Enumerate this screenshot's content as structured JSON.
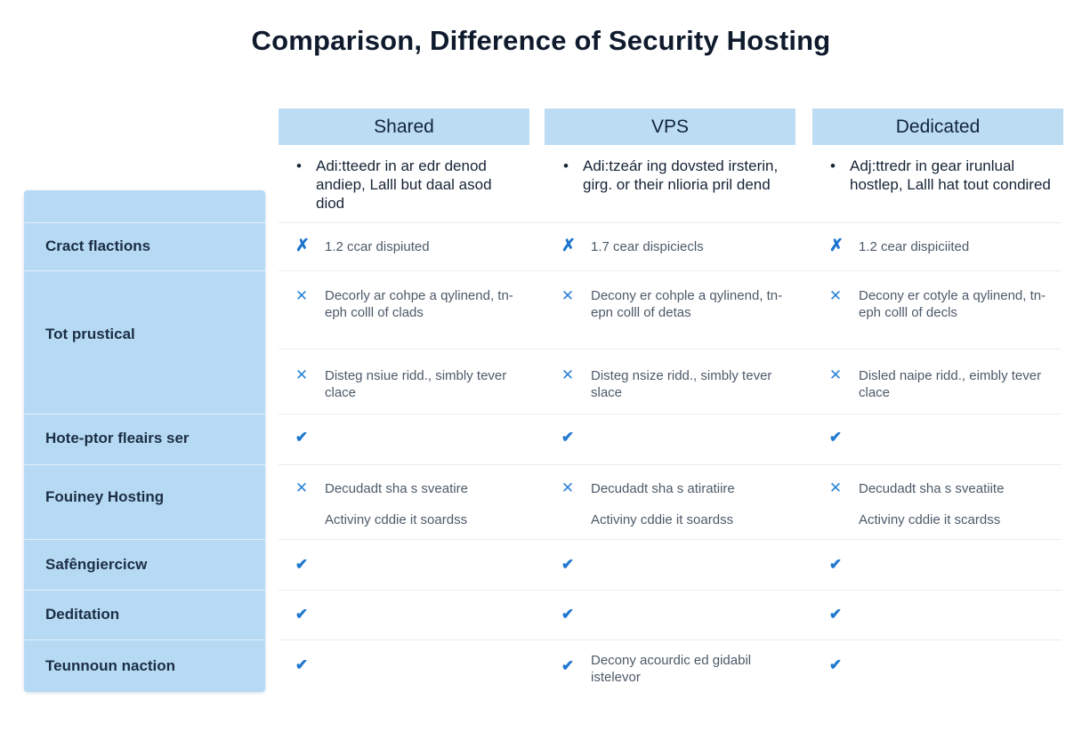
{
  "title": "Comparison, Difference of Security Hosting",
  "columns": [
    "Shared",
    "VPS",
    "Dedicated"
  ],
  "bullet_row": [
    "Adi:tteedr in ar edr denod andiep, Lalll but daal asod diod",
    "Adi:tzeár ing dovsted irsterin, girg. or their nlioria pril dend",
    "Adj:ttredr in gear irunlual hostlep, Lalll hat tout condired"
  ],
  "rows": [
    {
      "label": "Cract flactions",
      "cells": [
        {
          "icon": "cross-icon",
          "text": "1.2 ccar dispiuted"
        },
        {
          "icon": "cross-icon",
          "text": "1.7 cear dispiciecls"
        },
        {
          "icon": "cross-icon",
          "text": "1.2 cear dispiciited"
        }
      ]
    },
    {
      "label": "Tot prustical",
      "cells": [
        {
          "icon": "x-icon",
          "text": "Decorly ar cohpe a qylinend, tn-eph colll of clads"
        },
        {
          "icon": "x-icon",
          "text": "Decony er cohple a qylinend, tn-epn colll of detas"
        },
        {
          "icon": "x-icon",
          "text": "Decony er cotyle a qylinend, tn-eph colll of decls"
        }
      ],
      "cells2": [
        {
          "icon": "x-icon",
          "text": "Disteg nsiue ridd., simbly tever clace"
        },
        {
          "icon": "x-icon",
          "text": "Disteg nsize ridd., simbly tever slace"
        },
        {
          "icon": "x-icon",
          "text": "Disled naipe ridd., eimbly tever clace"
        }
      ]
    },
    {
      "label": "Hote-ptor fleairs ser",
      "cells": [
        {
          "icon": "check-icon",
          "text": ""
        },
        {
          "icon": "check-icon",
          "text": ""
        },
        {
          "icon": "check-icon",
          "text": ""
        }
      ]
    },
    {
      "label": "Fouiney Hosting",
      "cells": [
        {
          "icon": "x-icon",
          "text": "Decudadt sha s sveatire",
          "extra": "Activiny cddie it soardss"
        },
        {
          "icon": "x-icon",
          "text": "Decudadt sha s atiratiire",
          "extra": "Activiny cddie it soardss"
        },
        {
          "icon": "x-icon",
          "text": "Decudadt sha s sveatiite",
          "extra": "Activiny cddie it scardss"
        }
      ]
    },
    {
      "label": "Safêngiercicw",
      "cells": [
        {
          "icon": "check-icon",
          "text": ""
        },
        {
          "icon": "check-icon",
          "text": ""
        },
        {
          "icon": "check-icon",
          "text": ""
        }
      ]
    },
    {
      "label": "Deditation",
      "cells": [
        {
          "icon": "check-icon",
          "text": ""
        },
        {
          "icon": "check-icon",
          "text": ""
        },
        {
          "icon": "check-icon",
          "text": ""
        }
      ]
    },
    {
      "label": "Teunnoun naction",
      "cells": [
        {
          "icon": "check-icon",
          "text": ""
        },
        {
          "icon": "check-icon",
          "text": "Decony acourdic ed gidabil istelevor"
        },
        {
          "icon": "check-icon",
          "text": ""
        }
      ]
    }
  ],
  "colors": {
    "header_bg": "#bcdcf4",
    "sidebar_bg": "#b7daf4",
    "icon_blue": "#1f78cf",
    "cell_text": "#4d5a69"
  }
}
